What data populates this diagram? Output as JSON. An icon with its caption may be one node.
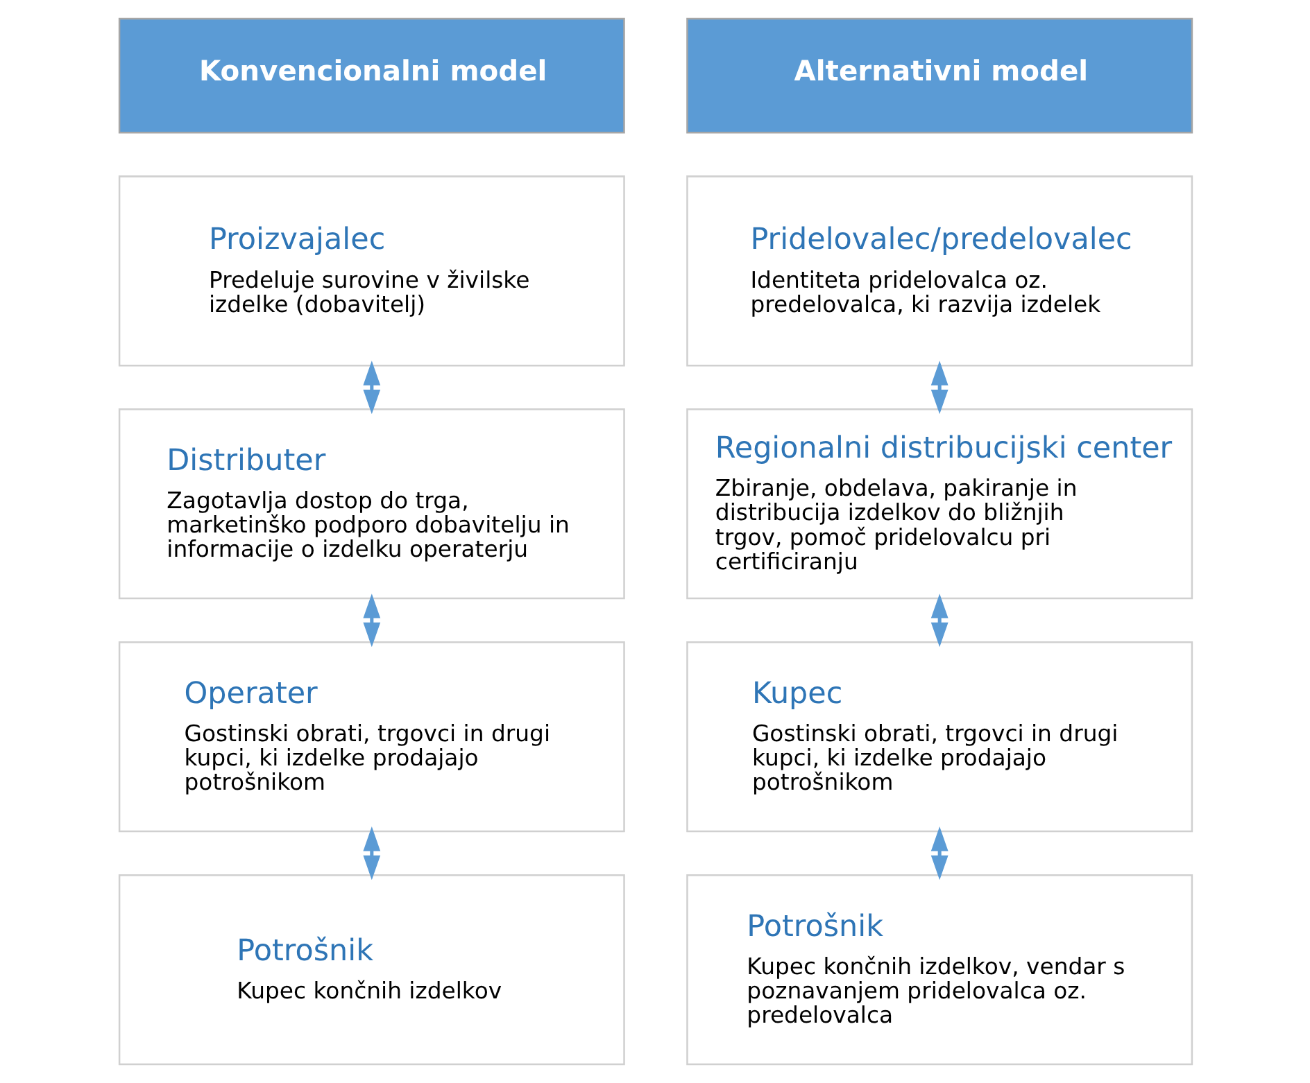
{
  "diagram": {
    "nodes": [
      {
        "text": [
          "Konvencionalni model"
        ]
      },
      {
        "text": [
          "Proizvajalec",
          "Predeluje surovine v živilske izdelke (dobavitelj)"
        ]
      },
      {
        "text": [
          "Distributer",
          "Zagotavlja dostop do trga, marketinško podporo dobavitelju in informacije o izdelku operaterju"
        ]
      },
      {
        "text": [
          "Operater",
          "Gostinski obrati, trgovci in drugi kupci, ki izdelke prodajajo potrošnikom"
        ]
      },
      {
        "text": [
          "Potrošnik",
          "Kupec končnih izdelkov"
        ]
      },
      {
        "text": [
          "Alternativni model"
        ]
      },
      {
        "text": [
          "Pridelovalec/predelovalec",
          "Identiteta pridelovalca oz. predelovalca, ki razvija izdelek"
        ]
      },
      {
        "text": [
          "Regionalni distribucijski center",
          "Zbiranje, obdelava, pakiranje in distribucija izdelkov do bližnjih trgov, pomoč pridelovalcu pri certificiranju"
        ]
      },
      {
        "text": [
          "Kupec",
          "Gostinski obrati, trgovci in drugi kupci, ki izdelke prodajajo potrošnikom"
        ]
      },
      {
        "text": [
          "Potrošnik",
          "Kupec končnih izdelkov, vendar s poznavanjem pridelovalca oz. predelovalca"
        ]
      }
    ],
    "edges": [
      {
        "from": 1,
        "to": 2,
        "arrow": "both"
      },
      {
        "from": 2,
        "to": 3,
        "arrow": "both"
      },
      {
        "from": 3,
        "to": 4,
        "arrow": "both"
      },
      {
        "from": 6,
        "to": 7,
        "arrow": "both"
      },
      {
        "from": 7,
        "to": 8,
        "arrow": "both"
      },
      {
        "from": 8,
        "to": 9,
        "arrow": "both"
      }
    ]
  }
}
